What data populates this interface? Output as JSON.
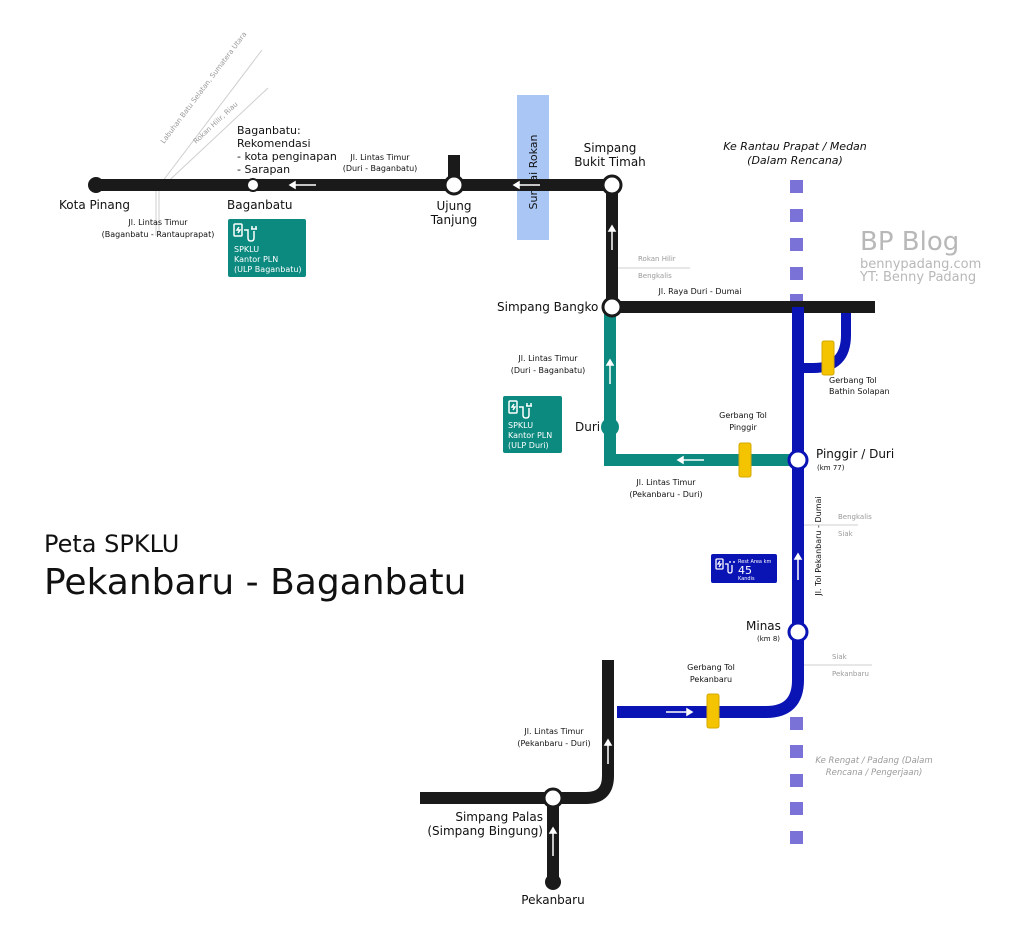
{
  "title": {
    "line1": "Peta SPKLU",
    "line2": "Pekanbaru - Baganbatu"
  },
  "brand": {
    "name": "BP Blog",
    "site": "bennypadang.com",
    "yt": "YT: Benny Padang"
  },
  "colors": {
    "road_black": "#1a1a1a",
    "road_teal": "#0d8a80",
    "toll_blue": "#0a13b4",
    "planned": "#7b72d8",
    "gate": "#f5c400",
    "river": "#a9c6f5"
  },
  "stations": {
    "kota_pinang": "Kota Pinang",
    "baganbatu": "Baganbatu",
    "ujung_tanjung_1": "Ujung",
    "ujung_tanjung_2": "Tanjung",
    "simpang_bukit_timah_1": "Simpang",
    "simpang_bukit_timah_2": "Bukit Timah",
    "simpang_bangko": "Simpang Bangko",
    "duri": "Duri",
    "pinggir_duri": "Pinggir / Duri",
    "pinggir_km": "(km 77)",
    "minas": "Minas",
    "minas_km": "(km 8)",
    "simpang_palas_1": "Simpang Palas",
    "simpang_palas_2": "(Simpang Bingung)",
    "pekanbaru": "Pekanbaru"
  },
  "recommend": {
    "l1": "Baganbatu:",
    "l2": "Rekomendasi",
    "l3": "- kota penginapan",
    "l4": "- Sarapan"
  },
  "roads": {
    "lintas_top_1": "Jl. Lintas Timur",
    "lintas_top_2": "(Duri - Baganbatu)",
    "lintas_left_1": "Jl. Lintas Timur",
    "lintas_left_2": "(Baganbatu - Rantauprapat)",
    "raya_duri_dumai": "Jl. Raya Duri - Dumai",
    "lintas_mid_1": "Jl. Lintas Timur",
    "lintas_mid_2": "(Duri - Baganbatu)",
    "lintas_pd_1": "Jl. Lintas Timur",
    "lintas_pd_2": "(Pekanbaru - Duri)",
    "lintas_low_1": "Jl. Lintas Timur",
    "lintas_low_2": "(Pekanbaru - Duri)",
    "tol_vertical": "Jl. Tol Pekanbaru - Dumai",
    "sungai_rokan": "Sungai Rokan"
  },
  "gates": {
    "bathin_1": "Gerbang Tol",
    "bathin_2": "Bathin Solapan",
    "pinggir_1": "Gerbang Tol",
    "pinggir_2": "Pinggir",
    "pekanbaru_1": "Gerbang Tol",
    "pekanbaru_2": "Pekanbaru"
  },
  "boundaries": {
    "diag_1": "Labuhan Batu Selatan, Sumatera Utara",
    "diag_2": "Rokan Hilir, Riau",
    "rokan_hilir": "Rokan Hilir",
    "bengkalis_a": "Bengkalis",
    "bengkalis_b": "Bengkalis",
    "siak_a": "Siak",
    "siak_b": "Siak",
    "pekanbaru": "Pekanbaru"
  },
  "planned": {
    "north_1": "Ke Rantau Prapat / Medan",
    "north_2": "(Dalam Rencana)",
    "south_1": "Ke Rengat / Padang (Dalam",
    "south_2": "Rencana / Pengerjaan)"
  },
  "spklu_baganbatu": {
    "l1": "SPKLU",
    "l2": "Kantor PLN",
    "l3": "(ULP Baganbatu)"
  },
  "spklu_duri": {
    "l1": "SPKLU",
    "l2": "Kantor PLN",
    "l3": "(ULP Duri)"
  },
  "rest_area": {
    "caption": "Rest Area km",
    "km": "45",
    "place": "Kandis"
  }
}
